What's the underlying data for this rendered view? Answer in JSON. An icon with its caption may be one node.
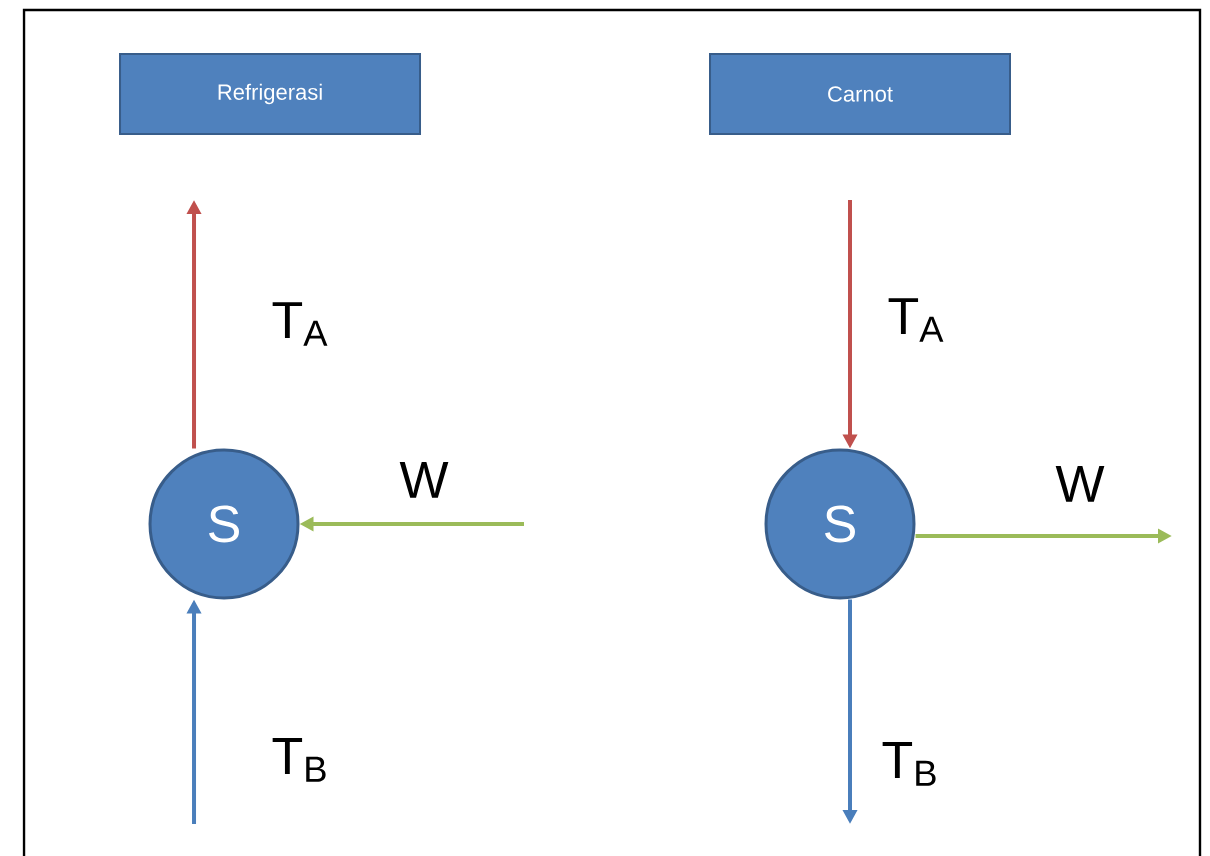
{
  "diagram": {
    "nodes": [
      {
        "text": [
          "Refrigerasi"
        ]
      },
      {
        "text": [
          "Carnot"
        ]
      },
      {
        "text": [
          "S"
        ]
      },
      {
        "text": [
          "S"
        ]
      }
    ],
    "edges": [
      {
        "from": 2,
        "to": null,
        "arrow": "to",
        "label": "T$_{A}$",
        "color": "#c0504d"
      },
      {
        "from": null,
        "to": 2,
        "arrow": "to",
        "label": "W",
        "color": "#9bbb59"
      },
      {
        "from": null,
        "to": 2,
        "arrow": "to",
        "label": "T$_{B}$",
        "color": "#4a7ebb"
      },
      {
        "from": null,
        "to": 3,
        "arrow": "to",
        "label": "T$_{A}$",
        "color": "#c0504d"
      },
      {
        "from": 3,
        "to": null,
        "arrow": "to",
        "label": "W",
        "color": "#9bbb59"
      },
      {
        "from": 3,
        "to": null,
        "arrow": "to",
        "label": "T$_{B}$",
        "color": "#4a7ebb"
      }
    ]
  }
}
